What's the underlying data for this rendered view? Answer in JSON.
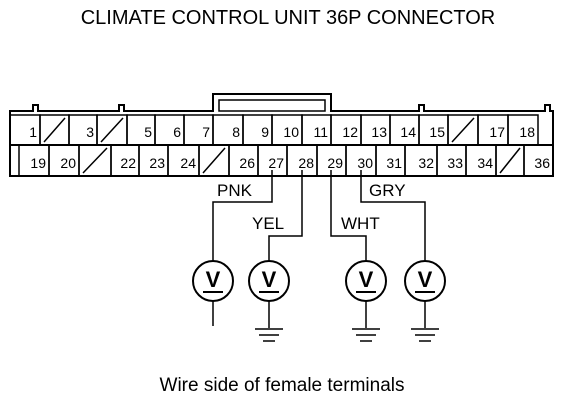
{
  "title": "CLIMATE CONTROL UNIT 36P CONNECTOR",
  "footer": "Wire side of female terminals",
  "connector": {
    "top_row": [
      "1",
      "",
      "3",
      "",
      "5",
      "6",
      "7",
      "8",
      "9",
      "10",
      "11",
      "12",
      "13",
      "14",
      "15",
      "",
      "17",
      "18"
    ],
    "bottom_row": [
      "19",
      "20",
      "",
      "22",
      "23",
      "24",
      "",
      "26",
      "27",
      "28",
      "29",
      "30",
      "31",
      "32",
      "33",
      "34",
      "",
      "36"
    ]
  },
  "wires": {
    "pin27": "PNK",
    "pin28": "YEL",
    "pin29": "WHT",
    "pin30": "GRY"
  },
  "meter": {
    "symbol": "V"
  }
}
